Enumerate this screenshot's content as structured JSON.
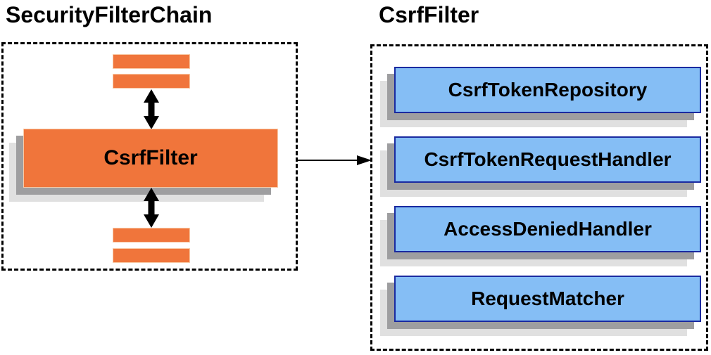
{
  "left_panel": {
    "title": "SecurityFilterChain",
    "filter_box_label": "CsrfFilter"
  },
  "right_panel": {
    "title": "CsrfFilter",
    "components": [
      {
        "label": "CsrfTokenRepository"
      },
      {
        "label": "CsrfTokenRequestHandler"
      },
      {
        "label": "AccessDeniedHandler"
      },
      {
        "label": "RequestMatcher"
      }
    ]
  },
  "colors": {
    "orange_fill": "#F0753B",
    "orange_border": "#F8CBA8",
    "blue_fill": "#85BEF5",
    "blue_border": "#1A2AA0",
    "shadow_dark": "#9E9EA0",
    "shadow_light": "#E0E0E0",
    "arrow_color": "#000000",
    "dashed_border_color": "#000000",
    "text_color": "#000000"
  }
}
